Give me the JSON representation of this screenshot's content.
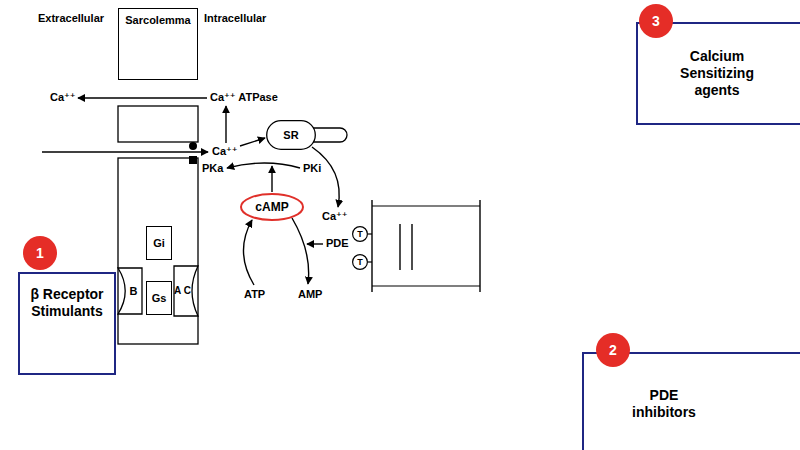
{
  "diagram": {
    "nodes": [
      {
        "text": [
          "Sarcolemma"
        ]
      },
      {
        "text": [
          "3"
        ]
      },
      {
        "text": [
          "Calcium Sensitizing agents"
        ]
      },
      {
        "text": [
          "SR"
        ]
      },
      {
        "text": [
          "T"
        ]
      },
      {
        "text": [
          "T"
        ]
      },
      {
        "text": [
          "cAMP"
        ]
      },
      {
        "text": [
          "1"
        ]
      },
      {
        "text": [
          "β Receptor Stimulants"
        ]
      },
      {
        "text": [
          "Gi"
        ]
      },
      {
        "text": [
          "B"
        ]
      },
      {
        "text": [
          "A C"
        ]
      },
      {
        "text": [
          "Gs"
        ]
      },
      {
        "text": [
          "2"
        ]
      },
      {
        "text": [
          "PDE inhibitors"
        ]
      }
    ],
    "labels": [
      "Extracellular",
      "Intracellular",
      "Ca⁺⁺",
      "Ca⁺⁺ ATPase",
      "Ca⁺⁺",
      "PKa",
      "PKi",
      "Ca⁺⁺",
      "PDE",
      "ATP",
      "AMP"
    ]
  }
}
